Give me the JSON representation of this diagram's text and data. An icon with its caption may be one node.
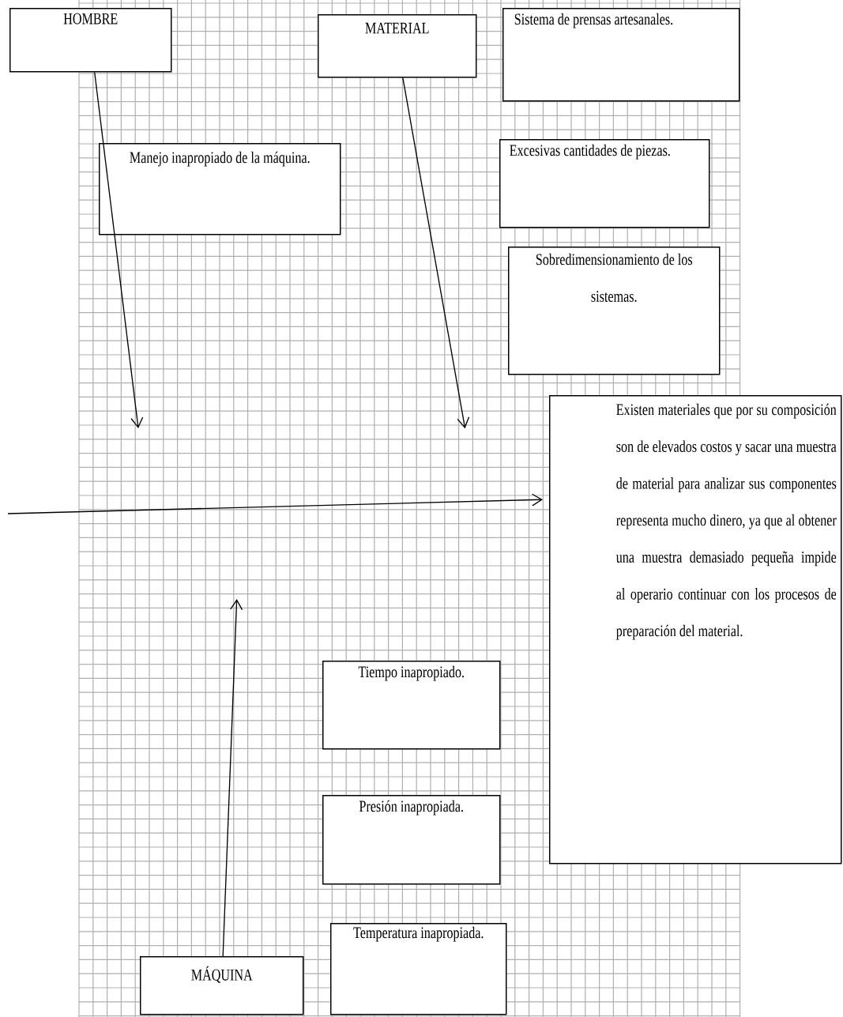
{
  "diagram": {
    "nodes": [
      {
        "text": [
          "HOMBRE"
        ]
      },
      {
        "text": [
          "MATERIAL"
        ]
      },
      {
        "text": [
          "Sistema de prensas artesanales."
        ]
      },
      {
        "text": [
          "Manejo inapropiado de la máquina."
        ]
      },
      {
        "text": [
          "Excesivas cantidades de piezas."
        ]
      },
      {
        "text": [
          "Sobredimensionamiento de los sistemas."
        ]
      },
      {
        "text": [
          "Existen materiales que por su composición son de elevados costos y sacar una muestra de material para analizar sus componentes representa mucho dinero, ya que al obtener una muestra demasiado pequeña impide al operario continuar con los procesos de preparación del material."
        ]
      },
      {
        "text": [
          "Tiempo inapropiado."
        ]
      },
      {
        "text": [
          "Presión inapropiada."
        ]
      },
      {
        "text": [
          "MÁQUINA"
        ]
      },
      {
        "text": [
          "Temperatura inapropiada."
        ]
      }
    ],
    "edges": [
      {
        "from": 0,
        "to": null,
        "arrow": "to"
      },
      {
        "from": 1,
        "to": null,
        "arrow": "to"
      },
      {
        "from": 9,
        "to": null,
        "arrow": "to"
      },
      {
        "from": null,
        "to": 6,
        "arrow": "to"
      }
    ]
  }
}
